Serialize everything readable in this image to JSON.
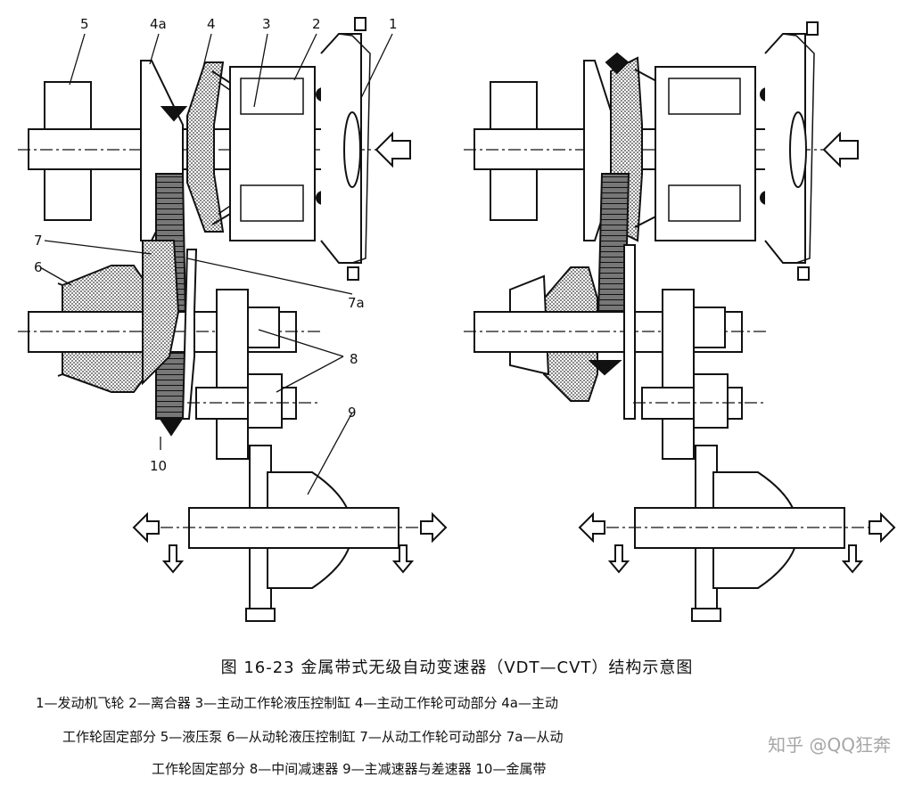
{
  "labels": {
    "n1": "1",
    "n2": "2",
    "n3": "3",
    "n4": "4",
    "n4a": "4a",
    "n5": "5",
    "n6": "6",
    "n7": "7",
    "n7a": "7a",
    "n8": "8",
    "n9": "9",
    "n10": "10"
  },
  "caption": "图 16-23   金属带式无级自动变速器（VDT—CVT）结构示意图",
  "legend": {
    "line1": "1—发动机飞轮   2—离合器   3—主动工作轮液压控制缸   4—主动工作轮可动部分   4a—主动",
    "line2": "工作轮固定部分   5—液压泵   6—从动轮液压控制缸   7—从动工作轮可动部分   7a—从动",
    "line3": "工作轮固定部分   8—中间减速器   9—主减速器与差速器   10—金属带"
  },
  "watermark": "知乎 @QQ狂奔"
}
